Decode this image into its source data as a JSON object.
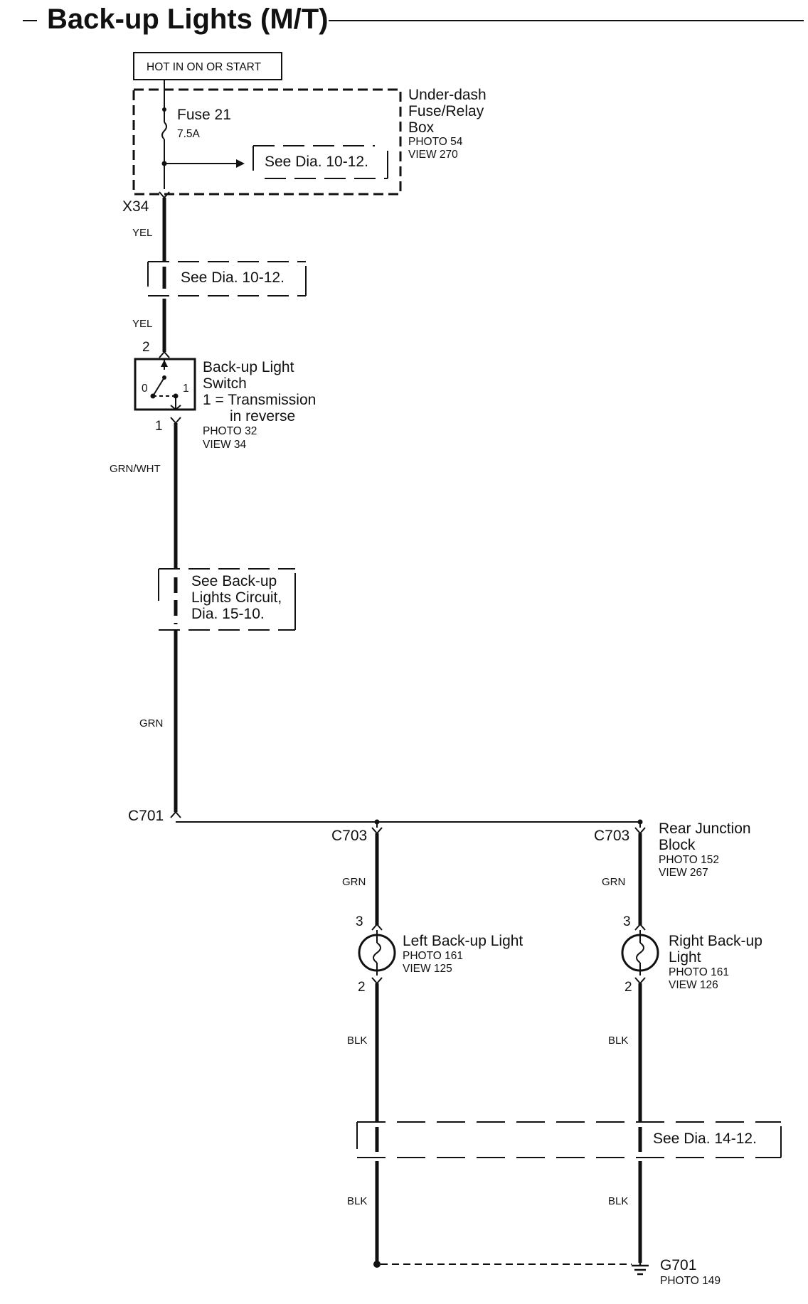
{
  "title": "Back-up Lights (M/T)",
  "power_label": "HOT IN ON OR START",
  "fuse_box": {
    "name_lines": [
      "Under-dash",
      "Fuse/Relay",
      "Box"
    ],
    "photo": "PHOTO 54",
    "view": "VIEW 270"
  },
  "fuse": {
    "name": "Fuse 21",
    "rating": "7.5A"
  },
  "refs": {
    "r1": "See Dia. 10-12.",
    "r2": "See Dia. 10-12.",
    "r3": [
      "See Back-up",
      "Lights Circuit,",
      "Dia. 15-10."
    ],
    "r4": "See Dia. 14-12."
  },
  "connectors": {
    "x34": "X34",
    "c701": "C701",
    "c703_left": "C703",
    "c703_right": "C703",
    "g701": "G701",
    "g701_photo": "PHOTO 149"
  },
  "wires": {
    "yel_1": "YEL",
    "yel_2": "YEL",
    "grn_wht": "GRN/WHT",
    "grn": "GRN",
    "grn_left": "GRN",
    "grn_right": "GRN",
    "blk_1": "BLK",
    "blk_2": "BLK",
    "blk_3": "BLK",
    "blk_4": "BLK"
  },
  "switch": {
    "name_lines": [
      "Back-up Light",
      "Switch"
    ],
    "desc_lines": [
      "1 = Transmission",
      "in reverse"
    ],
    "photo": "PHOTO 32",
    "view": "VIEW 34",
    "pin_top": "2",
    "pin_bottom": "1",
    "pos_0": "0",
    "pos_1": "1"
  },
  "junction": {
    "name_lines": [
      "Rear Junction",
      "Block"
    ],
    "photo": "PHOTO 152",
    "view": "VIEW 267"
  },
  "left_light": {
    "name": "Left Back-up Light",
    "photo": "PHOTO 161",
    "view": "VIEW 125",
    "pin_top": "3",
    "pin_bottom": "2"
  },
  "right_light": {
    "name_lines": [
      "Right Back-up",
      "Light"
    ],
    "photo": "PHOTO 161",
    "view": "VIEW 126",
    "pin_top": "3",
    "pin_bottom": "2"
  },
  "icons": {
    "fuse": "fuse-icon",
    "switch": "switch-icon",
    "bulb": "bulb-icon",
    "ground": "ground-icon",
    "connector": "connector-icon"
  },
  "colors": {
    "ink": "#111111",
    "background": "#ffffff"
  }
}
